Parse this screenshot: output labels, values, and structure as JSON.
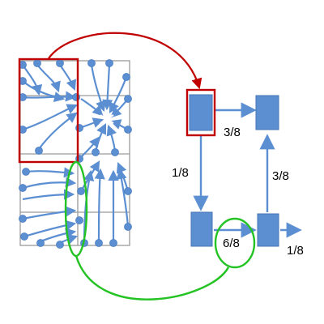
{
  "colors": {
    "flow": "#5b8fd2",
    "box": "#5b8fd2",
    "highlight_red": "#c00000",
    "highlight_green": "#22c322",
    "grid": "#9a9a9a",
    "text": "#000000"
  },
  "labels": {
    "top_right": "3/8",
    "left_down": "1/8",
    "right_up": "3/8",
    "bottom": "6/8",
    "outflow": "1/8"
  }
}
